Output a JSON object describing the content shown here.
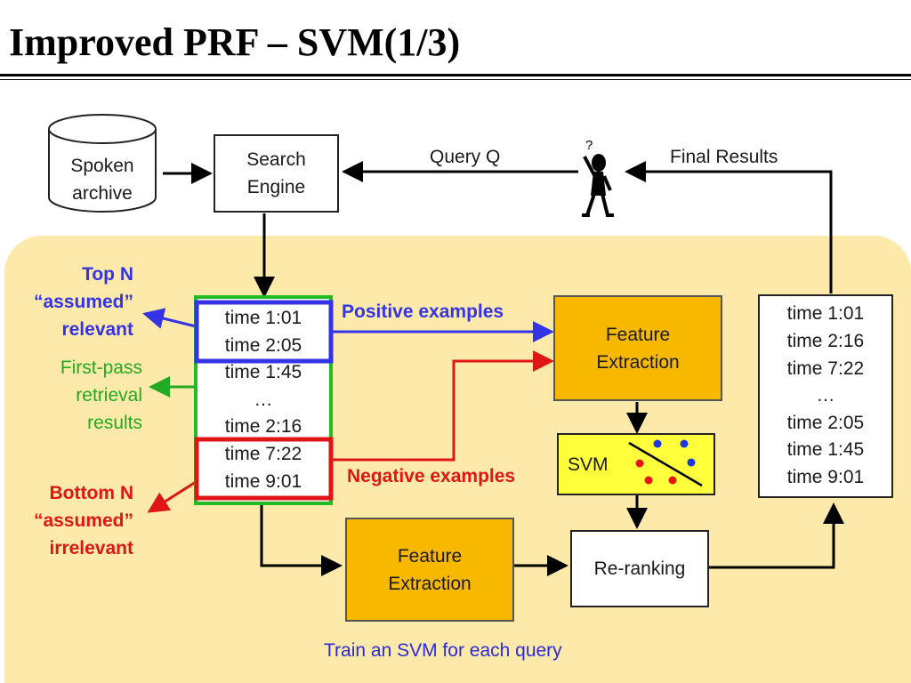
{
  "title": "Improved PRF – SVM(1/3)",
  "archive": {
    "line1": "Spoken",
    "line2": "archive"
  },
  "search_engine": {
    "line1": "Search",
    "line2": "Engine"
  },
  "query_label": "Query Q",
  "final_results_label": "Final Results",
  "user_icon_mark": "?",
  "first_pass_list": [
    "time 1:01",
    "time 2:05",
    "time 1:45",
    "…",
    "time 2:16",
    "time 7:22",
    "time 9:01"
  ],
  "final_list": [
    "time 1:01",
    "time 2:16",
    "time 7:22",
    "…",
    "time 2:05",
    "time 1:45",
    "time 9:01"
  ],
  "top_n": {
    "line1": "Top N",
    "line2": "“assumed”",
    "line3": "relevant"
  },
  "first_pass": {
    "line1": "First-pass",
    "line2": "retrieval",
    "line3": "results"
  },
  "bottom_n": {
    "line1": "Bottom N",
    "line2": "“assumed”",
    "line3": "irrelevant"
  },
  "positive_label": "Positive examples",
  "negative_label": "Negative examples",
  "feature_extraction_top": {
    "line1": "Feature",
    "line2": "Extraction"
  },
  "feature_extraction_bottom": {
    "line1": "Feature",
    "line2": "Extraction"
  },
  "svm_label": "SVM",
  "reranking_label": "Re-ranking",
  "caption": "Train an SVM for each query",
  "colors": {
    "panel": "#fde9a9",
    "orange_box": "#f9b800",
    "blue": "#3434e6",
    "red": "#e01616",
    "green": "#22aa22",
    "svm_box": "#ffff3c"
  }
}
